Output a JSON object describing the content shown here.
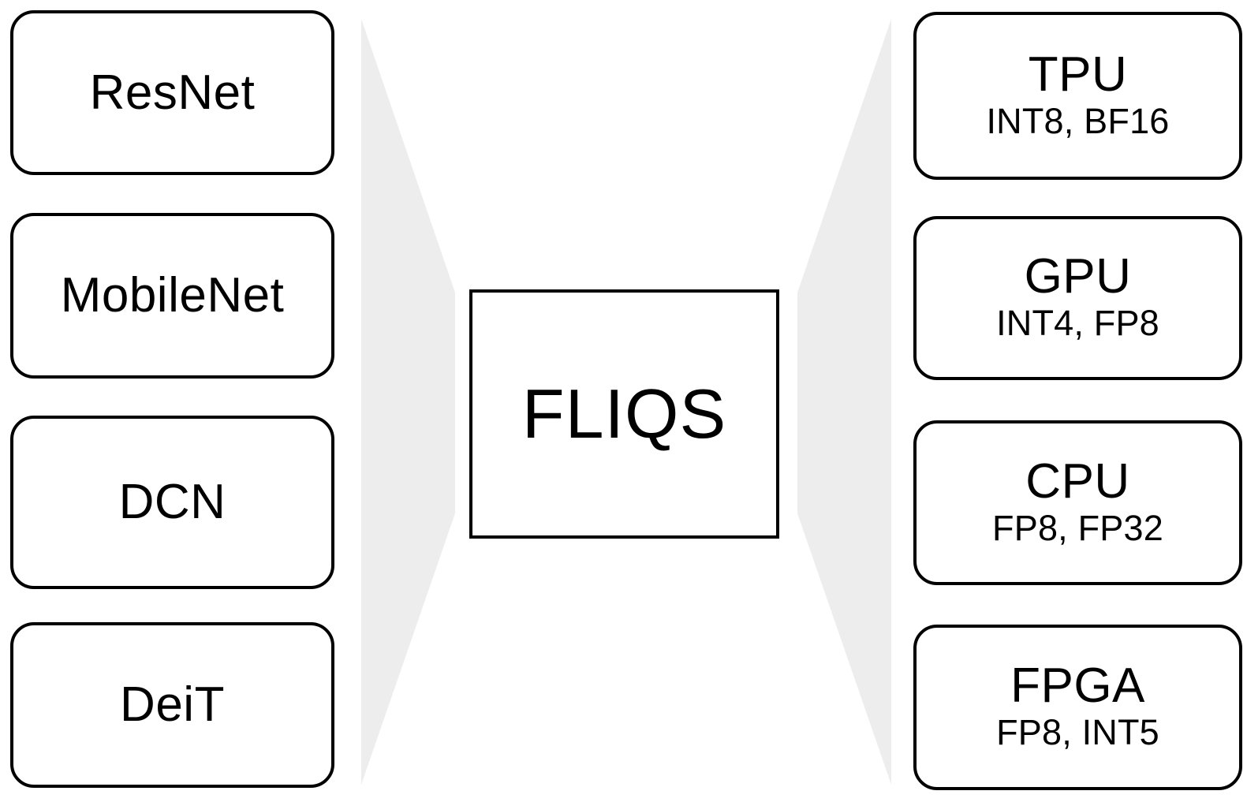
{
  "diagram": {
    "title": "FLIQS model-to-hardware mapping",
    "background_color": "#ffffff",
    "funnel_color": "#ededed",
    "stroke_color": "#000000"
  },
  "center": {
    "label": "FLIQS",
    "shape": "rectangle"
  },
  "models": [
    {
      "name": "ResNet"
    },
    {
      "name": "MobileNet"
    },
    {
      "name": "DCN"
    },
    {
      "name": "DeiT"
    }
  ],
  "hardware": [
    {
      "name": "TPU",
      "formats": "INT8, BF16"
    },
    {
      "name": "GPU",
      "formats": "INT4, FP8"
    },
    {
      "name": "CPU",
      "formats": "FP8, FP32"
    },
    {
      "name": "FPGA",
      "formats": "FP8, INT5"
    }
  ],
  "funnels": {
    "left_name": "input-funnel",
    "right_name": "output-funnel"
  }
}
